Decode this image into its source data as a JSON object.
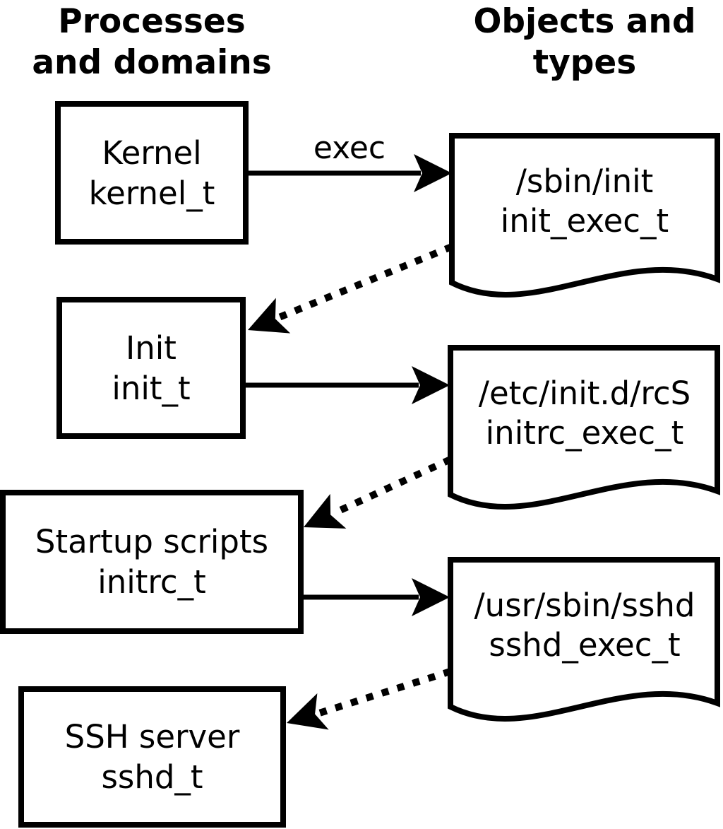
{
  "diagram": {
    "title_left_column": "Processes and domains",
    "title_right_column": "Objects and types"
  },
  "headers": {
    "left": {
      "line1": "Processes",
      "line2": "and domains"
    },
    "right": {
      "line1": "Objects and",
      "line2": "types"
    }
  },
  "process_boxes": [
    {
      "id": "kernel",
      "line1": "Kernel",
      "line2": "kernel_t"
    },
    {
      "id": "init",
      "line1": "Init",
      "line2": "init_t"
    },
    {
      "id": "startup-scripts",
      "line1": "Startup scripts",
      "line2": "initrc_t"
    },
    {
      "id": "ssh-server",
      "line1": "SSH server",
      "line2": "sshd_t"
    }
  ],
  "object_docs": [
    {
      "id": "sbin-init",
      "line1": "/sbin/init",
      "line2": "init_exec_t"
    },
    {
      "id": "etc-initd-rcs",
      "line1": "/etc/init.d/rcS",
      "line2": "initrc_exec_t"
    },
    {
      "id": "usr-sbin-sshd",
      "line1": "/usr/sbin/sshd",
      "line2": "sshd_exec_t"
    }
  ],
  "arrows": [
    {
      "type": "solid",
      "from": "kernel",
      "to": "sbin-init",
      "label": "exec"
    },
    {
      "type": "dotted",
      "from": "sbin-init",
      "to": "init",
      "label": ""
    },
    {
      "type": "solid",
      "from": "init",
      "to": "etc-initd-rcs",
      "label": ""
    },
    {
      "type": "dotted",
      "from": "etc-initd-rcs",
      "to": "startup-scripts",
      "label": ""
    },
    {
      "type": "solid",
      "from": "startup-scripts",
      "to": "usr-sbin-sshd",
      "label": ""
    },
    {
      "type": "dotted",
      "from": "usr-sbin-sshd",
      "to": "ssh-server",
      "label": ""
    }
  ],
  "colors": {
    "foreground": "#000000",
    "background": "#ffffff"
  }
}
